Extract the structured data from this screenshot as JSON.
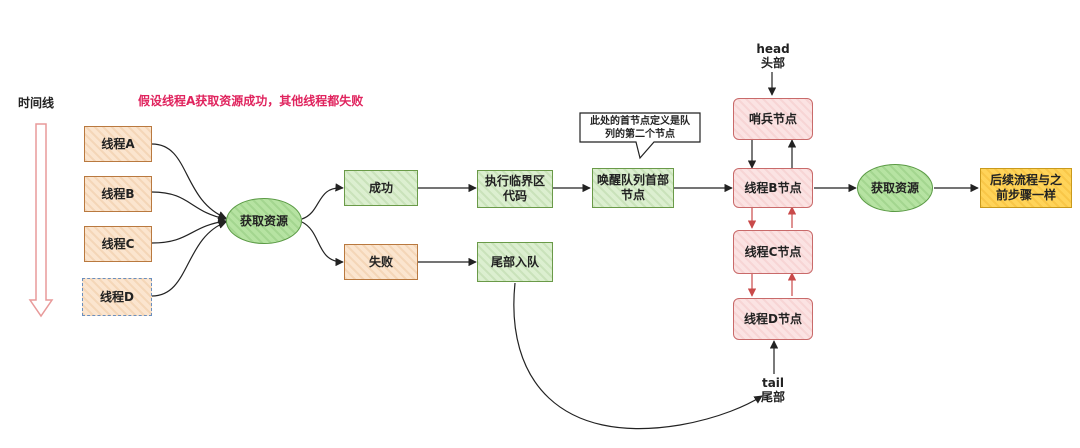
{
  "time_axis_label": "时间线",
  "assumption_note": "假设线程A获取资源成功，其他线程都失败",
  "threads": [
    "线程A",
    "线程B",
    "线程C",
    "线程D"
  ],
  "acquire_resource_1": "获取资源",
  "success": "成功",
  "failure": "失败",
  "critical_section": [
    "执行临界区",
    "代码"
  ],
  "wake_queue_head": [
    "唤醒队列首部",
    "节点"
  ],
  "enqueue_tail": "尾部入队",
  "callout": [
    "此处的首节点定义是队",
    "列的第二个节点"
  ],
  "head_label": [
    "head",
    "头部"
  ],
  "tail_label": [
    "tail",
    "尾部"
  ],
  "queue_nodes": [
    "哨兵节点",
    "线程B节点",
    "线程C节点",
    "线程D节点"
  ],
  "acquire_resource_2": "获取资源",
  "follow_up": [
    "后续流程与之",
    "前步骤一样"
  ],
  "colors": {
    "note": "#e0245e",
    "thread_box": "#fbe5cf",
    "action_box": "#dcefd0",
    "queue_node": "#fbe3e3",
    "ellipse": "#b6e3a2",
    "final_box": "#ffd45a",
    "time_arrow": "#f2b8b8",
    "red_arrow": "#c94a4a"
  }
}
